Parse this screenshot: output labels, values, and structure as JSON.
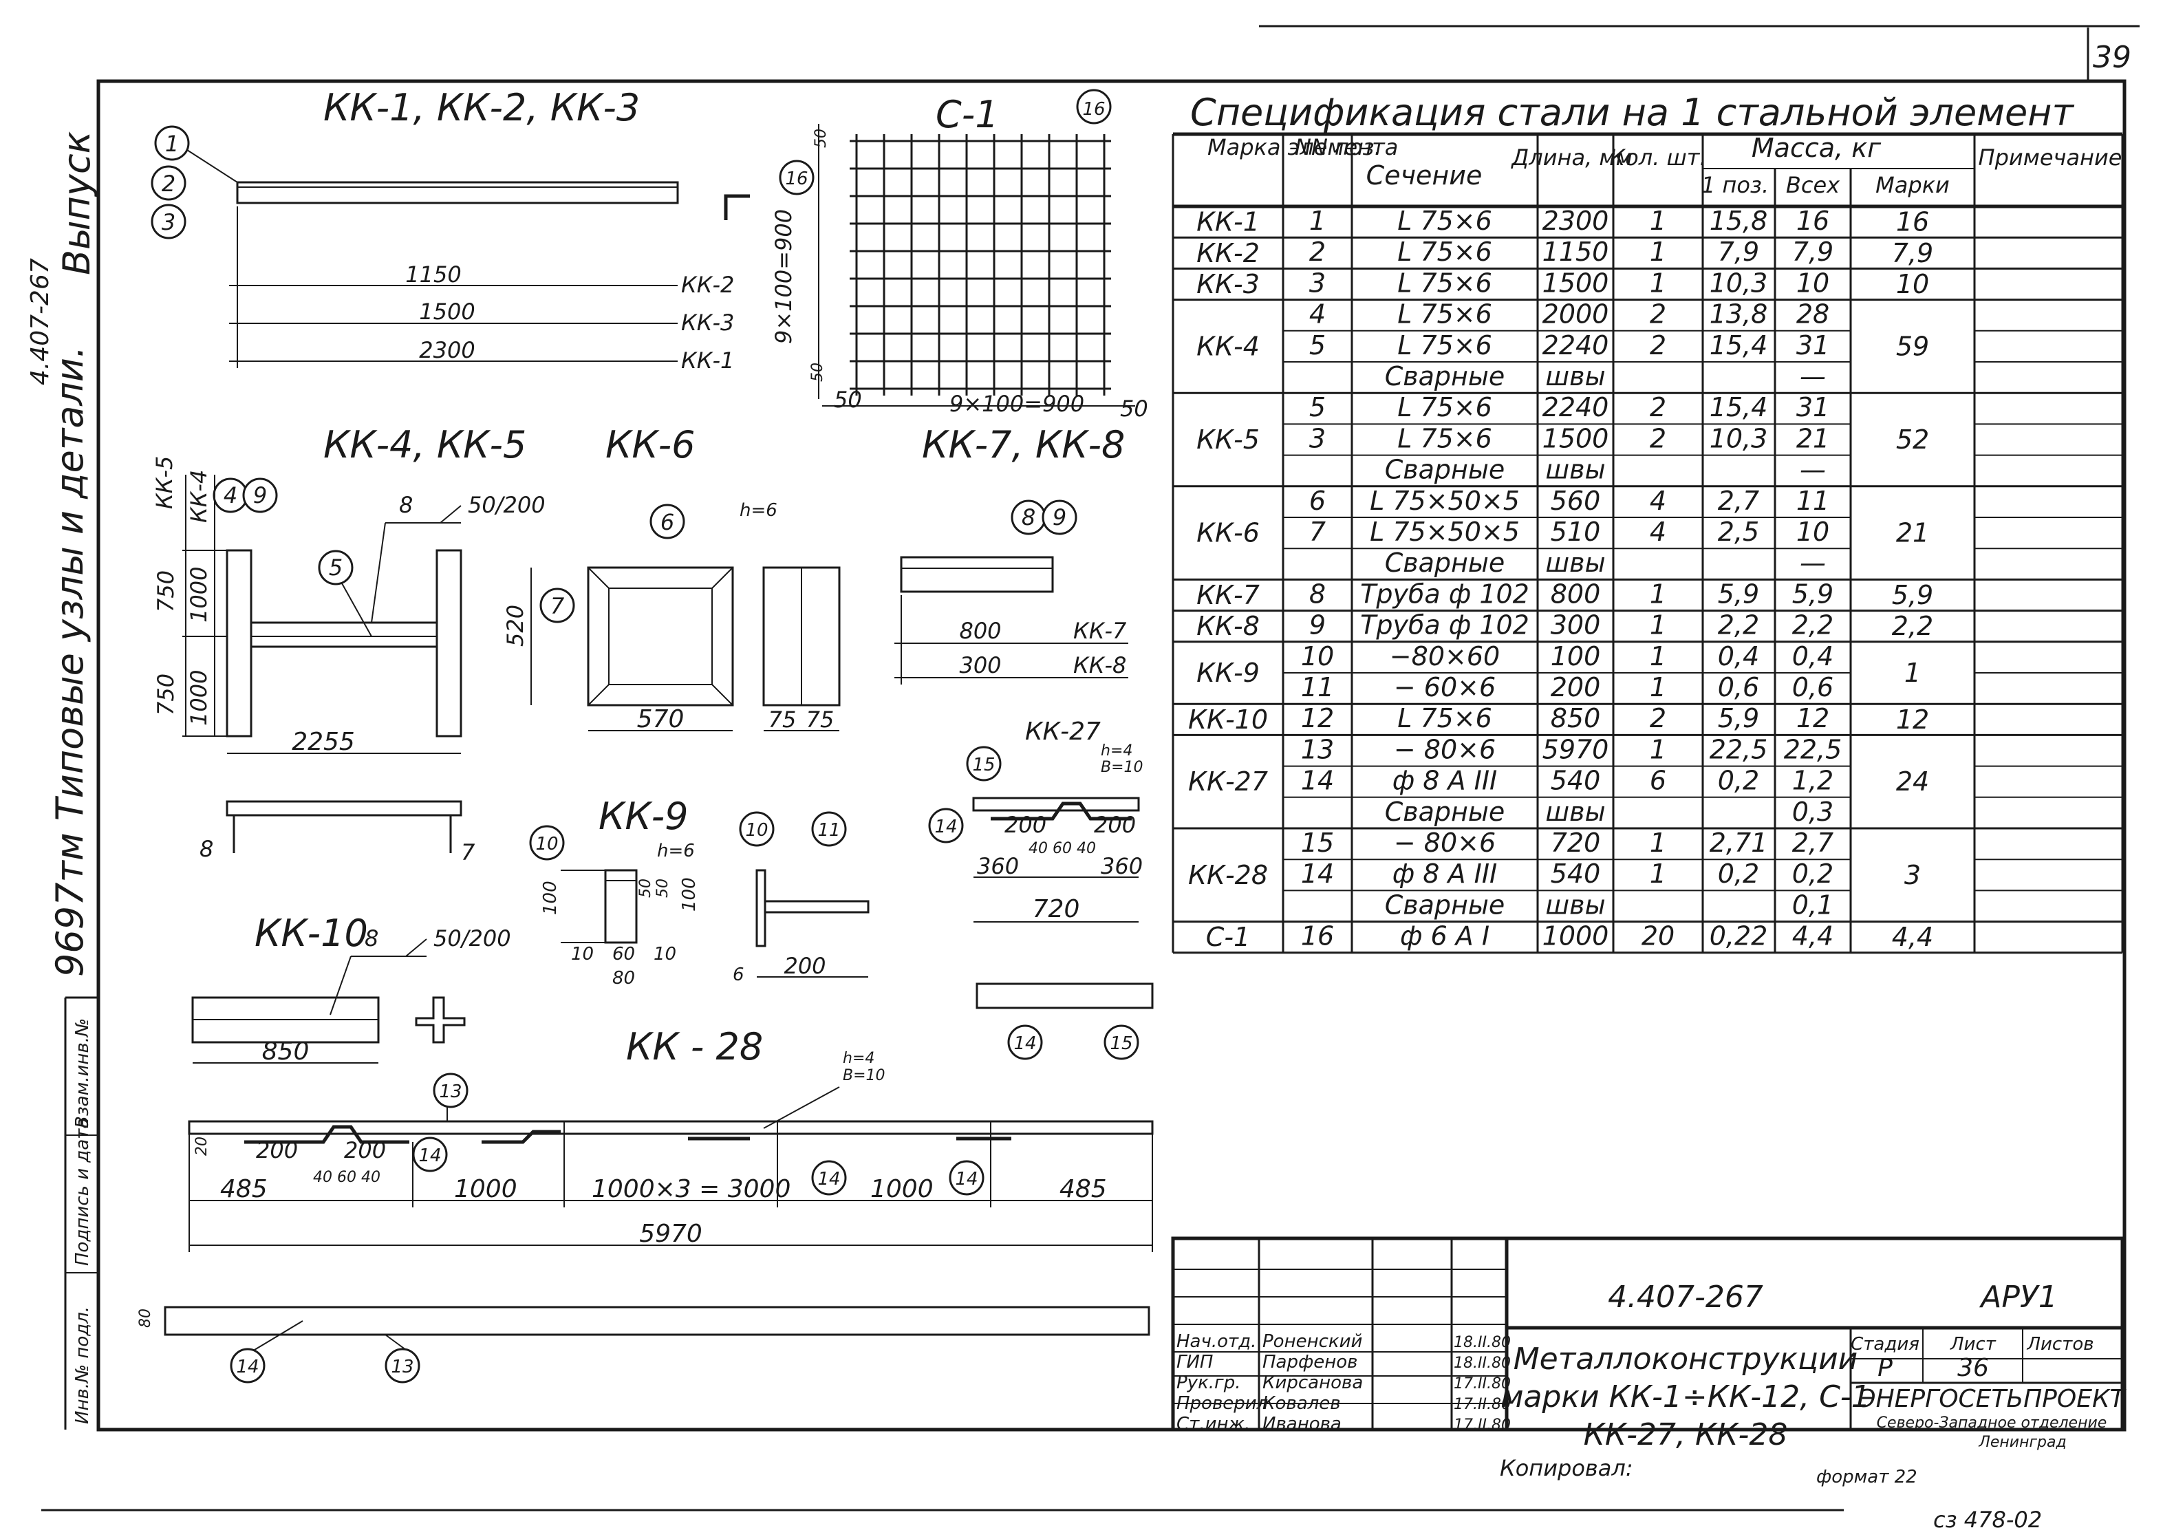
{
  "sheet": {
    "number": "39",
    "side_title": "9697тм   Типовые узлы и детали.",
    "side_series": "4.407-267",
    "side_vypusk": "Выпуск",
    "side_vzam": "Взам.инв.№",
    "side_podpis": "Подпись и дата",
    "side_inv": "Инв.№ подл."
  },
  "views": {
    "kk123": {
      "title": "КК-1, КК-2, КК-3",
      "dims": [
        "1150",
        "1500",
        "2300"
      ],
      "marks": [
        "КК-2",
        "КК-3",
        "КК-1"
      ],
      "pos": [
        "1",
        "2",
        "3"
      ]
    },
    "c1": {
      "title": "С-1",
      "pos": "16",
      "vdim": "9×100=900",
      "hdim": "9×100=900",
      "e1": "50",
      "e2": "50",
      "e3": "50",
      "e4": "50"
    },
    "kk45": {
      "title": "КК-4, КК-5",
      "weld": "8",
      "weld2": "50/200",
      "pos": [
        "4",
        "5",
        "9"
      ],
      "vdims": [
        "750",
        "1000",
        "750",
        "1000"
      ],
      "marks": [
        "КК-5",
        "КК-4"
      ],
      "hdim": "2255",
      "ends": [
        "8",
        "7"
      ]
    },
    "kk6": {
      "title": "КК-6",
      "pos": [
        "6",
        "7"
      ],
      "h": "h=6",
      "dim_v": "520",
      "dim_h": "570",
      "dim_a": "75",
      "dim_b": "75"
    },
    "kk78": {
      "title": "КК-7, КК-8",
      "pos": [
        "8",
        "9"
      ],
      "dims": [
        "800",
        "300"
      ],
      "marks": [
        "КК-7",
        "КК-8"
      ]
    },
    "kk9": {
      "title": "КК-9",
      "h": "h=6",
      "pos": [
        "10",
        "10",
        "11"
      ],
      "dims": [
        "100",
        "50",
        "50",
        "100",
        "10",
        "60",
        "10",
        "80",
        "6",
        "200"
      ]
    },
    "kk27": {
      "title": "КК-27",
      "h": "h=4",
      "b": "B=10",
      "pos": [
        "15",
        "14",
        "14",
        "15"
      ],
      "dims": [
        "200",
        "200",
        "40",
        "60",
        "40",
        "360",
        "360",
        "720"
      ]
    },
    "kk10": {
      "title": "КК-10",
      "weld": "8",
      "weld2": "50/200",
      "dim": "850"
    },
    "kk28": {
      "title": "КК - 28",
      "h": "h=4",
      "b": "B=10",
      "pos": [
        "13",
        "14",
        "14",
        "14",
        "13",
        "14"
      ],
      "dims": [
        "20",
        "200",
        "200",
        "485",
        "40",
        "60",
        "40",
        "1000",
        "1000×3 = 3000",
        "1000",
        "485",
        "5970",
        "80"
      ]
    }
  },
  "spec": {
    "title": "Спецификация стали на 1 стальной элемент",
    "headers": {
      "mark": "Марка элемента",
      "pos": "NN поз.",
      "section": "Сечение",
      "length": "Длина, мм",
      "qty": "Кол. шт.",
      "mass": "Масса, кг",
      "m1": "1 поз.",
      "m2": "Всех",
      "m3": "Марки",
      "note": "Примечание"
    },
    "rows": [
      {
        "mark": "КК-1",
        "pos": "1",
        "section": "L 75×6",
        "len": "2300",
        "qty": "1",
        "m1": "15,8",
        "m2": "16",
        "m3": "16"
      },
      {
        "mark": "КК-2",
        "pos": "2",
        "section": "L 75×6",
        "len": "1150",
        "qty": "1",
        "m1": "7,9",
        "m2": "7,9",
        "m3": "7,9"
      },
      {
        "mark": "КК-3",
        "pos": "3",
        "section": "L 75×6",
        "len": "1500",
        "qty": "1",
        "m1": "10,3",
        "m2": "10",
        "m3": "10"
      },
      {
        "mark": "КК-4",
        "pos": "4",
        "section": "L 75×6",
        "len": "2000",
        "qty": "2",
        "m1": "13,8",
        "m2": "28",
        "m3": "59"
      },
      {
        "mark": "",
        "pos": "5",
        "section": "L 75×6",
        "len": "2240",
        "qty": "2",
        "m1": "15,4",
        "m2": "31",
        "m3": ""
      },
      {
        "mark": "",
        "pos": "",
        "section": "Сварные",
        "len": "швы",
        "qty": "",
        "m1": "",
        "m2": "—",
        "m3": ""
      },
      {
        "mark": "КК-5",
        "pos": "5",
        "section": "L 75×6",
        "len": "2240",
        "qty": "2",
        "m1": "15,4",
        "m2": "31",
        "m3": "52"
      },
      {
        "mark": "",
        "pos": "3",
        "section": "L 75×6",
        "len": "1500",
        "qty": "2",
        "m1": "10,3",
        "m2": "21",
        "m3": ""
      },
      {
        "mark": "",
        "pos": "",
        "section": "Сварные",
        "len": "швы",
        "qty": "",
        "m1": "",
        "m2": "—",
        "m3": ""
      },
      {
        "mark": "КК-6",
        "pos": "6",
        "section": "L 75×50×5",
        "len": "560",
        "qty": "4",
        "m1": "2,7",
        "m2": "11",
        "m3": "21"
      },
      {
        "mark": "",
        "pos": "7",
        "section": "L 75×50×5",
        "len": "510",
        "qty": "4",
        "m1": "2,5",
        "m2": "10",
        "m3": ""
      },
      {
        "mark": "",
        "pos": "",
        "section": "Сварные",
        "len": "швы",
        "qty": "",
        "m1": "",
        "m2": "—",
        "m3": ""
      },
      {
        "mark": "КК-7",
        "pos": "8",
        "section": "Труба ф 102",
        "len": "800",
        "qty": "1",
        "m1": "5,9",
        "m2": "5,9",
        "m3": "5,9"
      },
      {
        "mark": "КК-8",
        "pos": "9",
        "section": "Труба ф 102",
        "len": "300",
        "qty": "1",
        "m1": "2,2",
        "m2": "2,2",
        "m3": "2,2"
      },
      {
        "mark": "КК-9",
        "pos": "10",
        "section": "−80×60",
        "len": "100",
        "qty": "1",
        "m1": "0,4",
        "m2": "0,4",
        "m3": "1"
      },
      {
        "mark": "",
        "pos": "11",
        "section": "− 60×6",
        "len": "200",
        "qty": "1",
        "m1": "0,6",
        "m2": "0,6",
        "m3": ""
      },
      {
        "mark": "КК-10",
        "pos": "12",
        "section": "L 75×6",
        "len": "850",
        "qty": "2",
        "m1": "5,9",
        "m2": "12",
        "m3": "12"
      },
      {
        "mark": "КК-27",
        "pos": "13",
        "section": "− 80×6",
        "len": "5970",
        "qty": "1",
        "m1": "22,5",
        "m2": "22,5",
        "m3": "24"
      },
      {
        "mark": "",
        "pos": "14",
        "section": "ф 8 А III",
        "len": "540",
        "qty": "6",
        "m1": "0,2",
        "m2": "1,2",
        "m3": ""
      },
      {
        "mark": "",
        "pos": "",
        "section": "Сварные",
        "len": "швы",
        "qty": "",
        "m1": "",
        "m2": "0,3",
        "m3": ""
      },
      {
        "mark": "КК-28",
        "pos": "15",
        "section": "− 80×6",
        "len": "720",
        "qty": "1",
        "m1": "2,71",
        "m2": "2,7",
        "m3": "3"
      },
      {
        "mark": "",
        "pos": "14",
        "section": "ф 8 А III",
        "len": "540",
        "qty": "1",
        "m1": "0,2",
        "m2": "0,2",
        "m3": ""
      },
      {
        "mark": "",
        "pos": "",
        "section": "Сварные",
        "len": "швы",
        "qty": "",
        "m1": "",
        "m2": "0,1",
        "m3": ""
      },
      {
        "mark": "С-1",
        "pos": "16",
        "section": "ф 6 А I",
        "len": "1000",
        "qty": "20",
        "m1": "0,22",
        "m2": "4,4",
        "m3": "4,4"
      }
    ]
  },
  "stamp": {
    "doc": "4.407-267",
    "code": "АРУ1",
    "title_l1": "Металлоконструкции",
    "title_l2": "марки КК-1÷КК-12, С-1",
    "title_l3": "КК-27, КК-28",
    "stage_h": "Стадия",
    "sheet_h": "Лист",
    "sheets_h": "Листов",
    "stage": "Р",
    "sheet": "36",
    "org1": "ЭНЕРГОСЕТЬПРОЕКТ",
    "org2": "Северо-Западное отделение",
    "org3": "Ленинград",
    "roles": [
      "Нач.отд.",
      "ГИП",
      "Рук.гр.",
      "Проверил",
      "Ст.инж."
    ],
    "names": [
      "Роненский",
      "Парфенов",
      "Кирсанова",
      "Ковалев",
      "Иванова"
    ],
    "dates": [
      "18.II.80",
      "18.II.80",
      "17.II.80",
      "17.II.80",
      "17.II.80"
    ],
    "copied": "Копировал:",
    "format": "формат 22",
    "footer": "сз 478-02"
  }
}
